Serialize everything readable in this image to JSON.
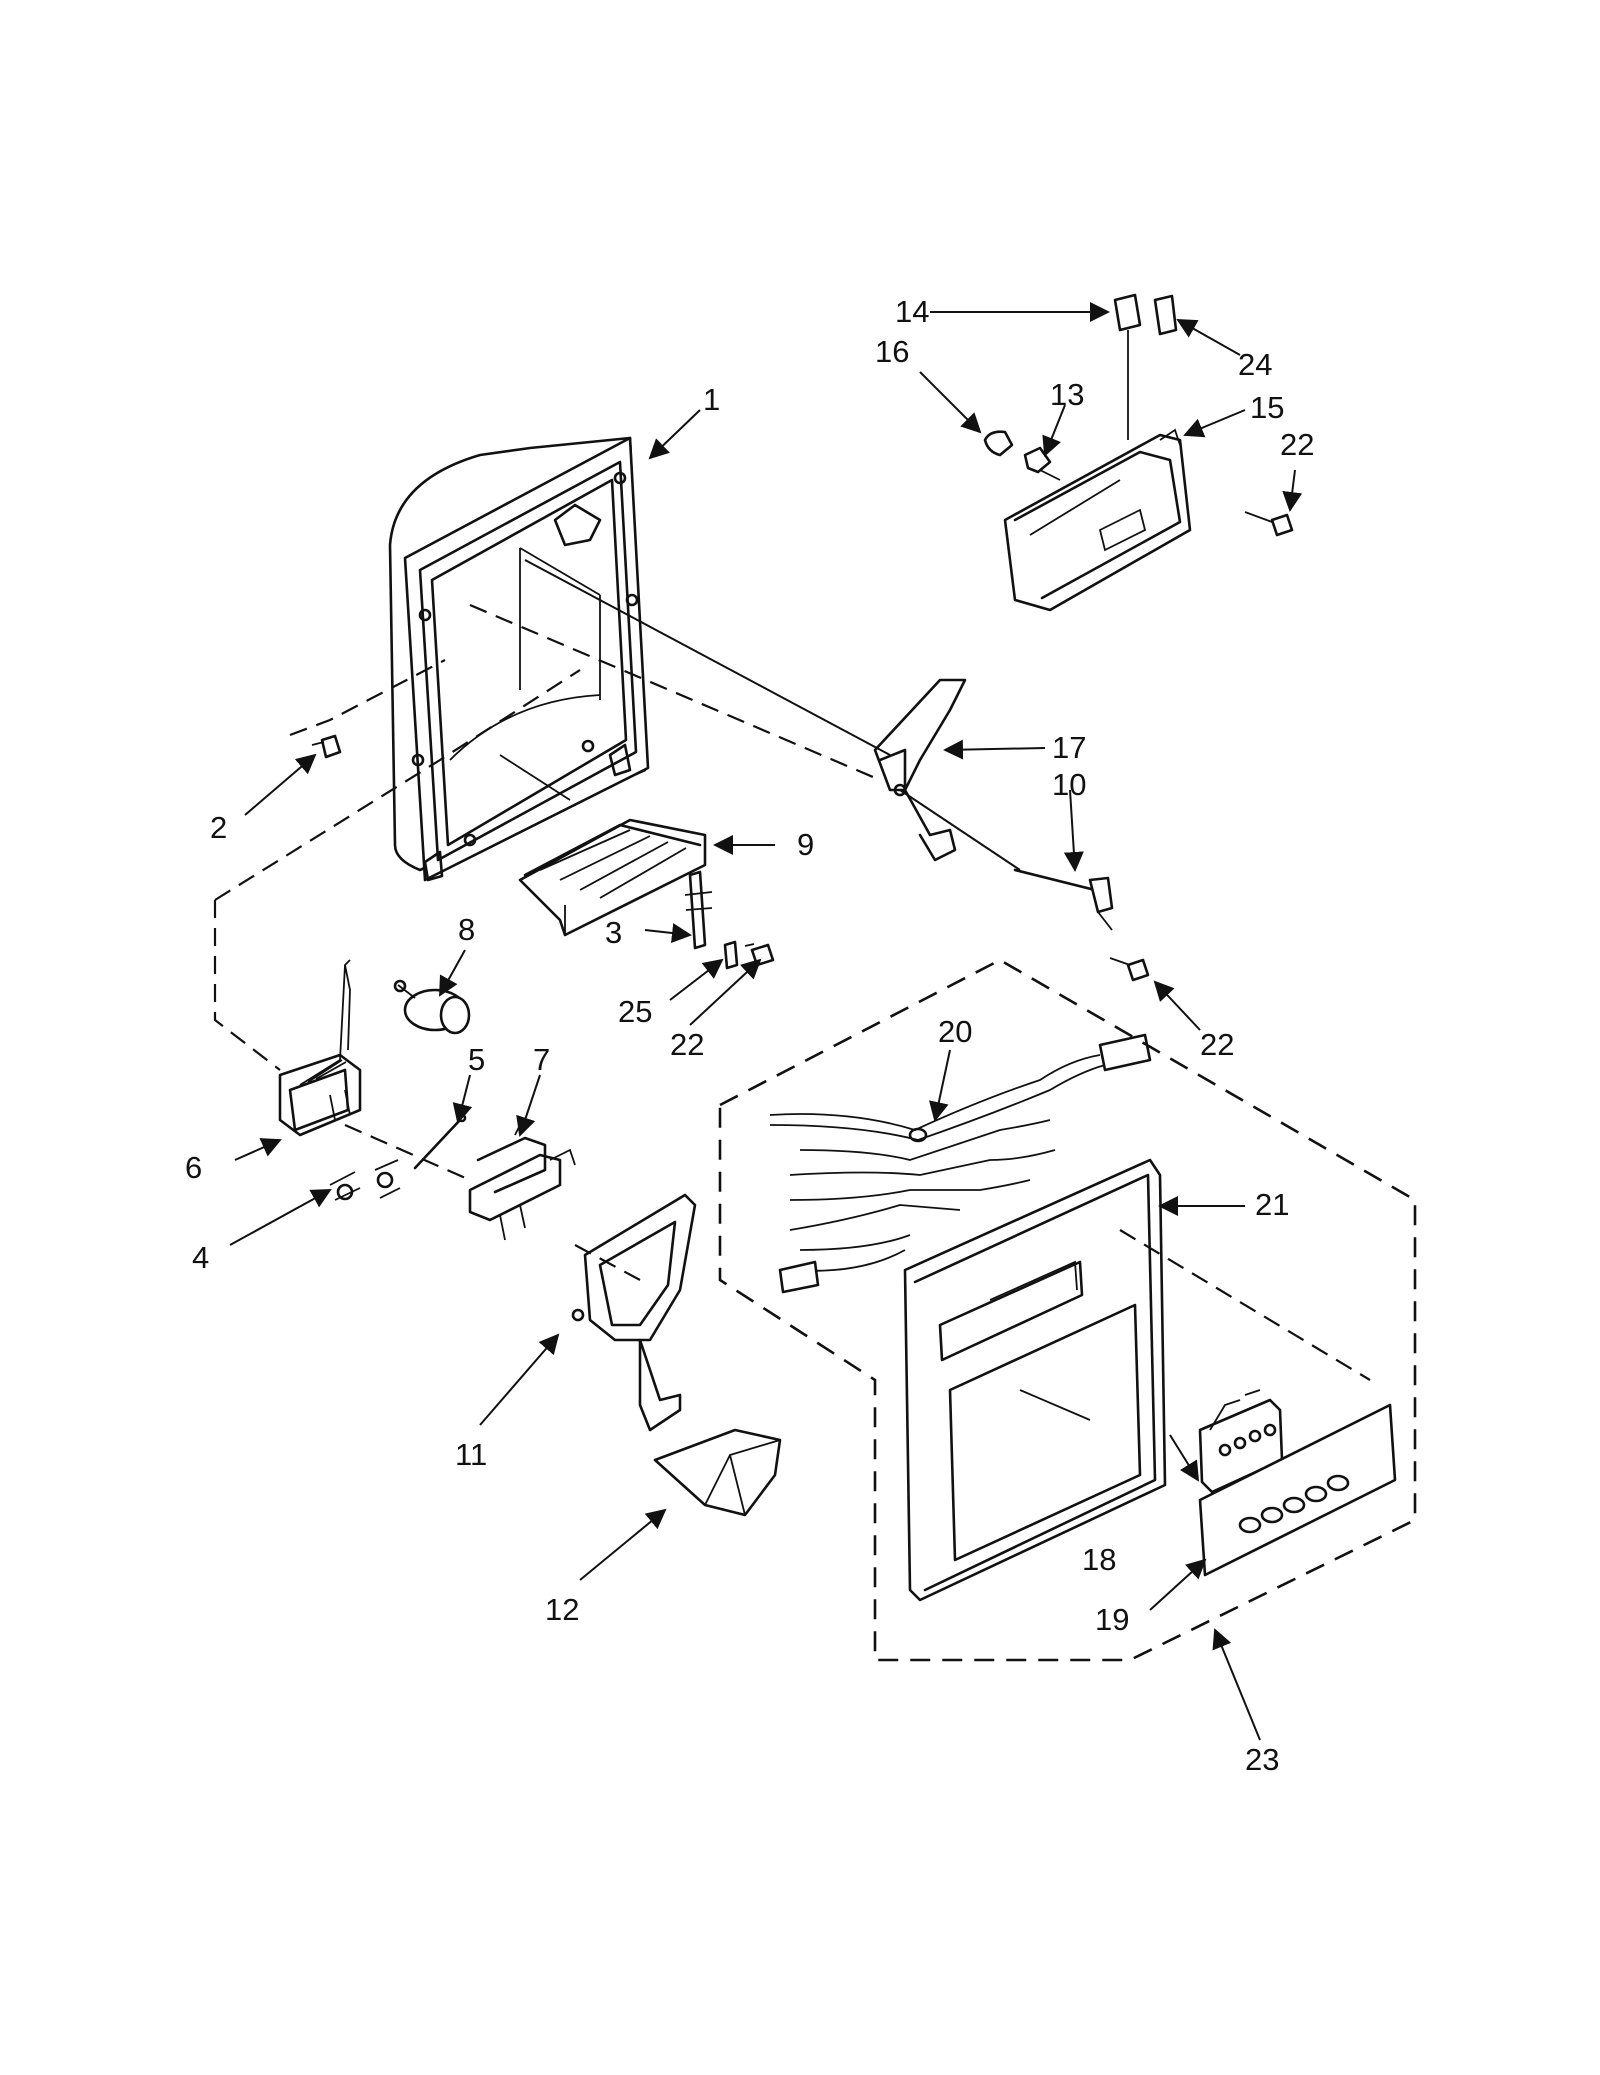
{
  "callouts": {
    "c1": "1",
    "c2": "2",
    "c3": "3",
    "c4": "4",
    "c5": "5",
    "c6": "6",
    "c7": "7",
    "c8": "8",
    "c9": "9",
    "c10": "10",
    "c11": "11",
    "c12": "12",
    "c13": "13",
    "c14": "14",
    "c15": "15",
    "c16": "16",
    "c17": "17",
    "c18": "18",
    "c19": "19",
    "c20": "20",
    "c21": "21",
    "c22a": "22",
    "c22b": "22",
    "c22c": "22",
    "c23": "23",
    "c24": "24",
    "c25": "25"
  },
  "colors": {
    "line": "#111111",
    "background": "#ffffff"
  }
}
